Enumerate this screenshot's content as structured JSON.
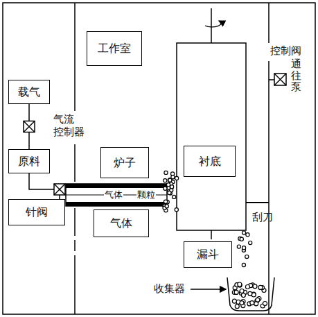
{
  "diagram": {
    "nodes": [
      {
        "text": [
          "载气"
        ]
      },
      {
        "text": [
          "原料"
        ]
      },
      {
        "text": [
          "针阀"
        ]
      },
      {
        "text": [
          "工作室"
        ]
      },
      {
        "text": [
          "炉子"
        ]
      },
      {
        "text": [
          "气体"
        ]
      },
      {
        "text": [
          "衬底"
        ]
      },
      {
        "text": [
          "漏斗"
        ]
      }
    ],
    "edges": [
      {
        "from": 0,
        "to": 1,
        "arrow": "none"
      },
      {
        "from": 1,
        "to": 2,
        "arrow": "none"
      }
    ],
    "labels": [
      "气流 控制器",
      "气体",
      "颗粒",
      "刮刀",
      "收集器",
      "控制阀",
      "通往泵"
    ]
  }
}
